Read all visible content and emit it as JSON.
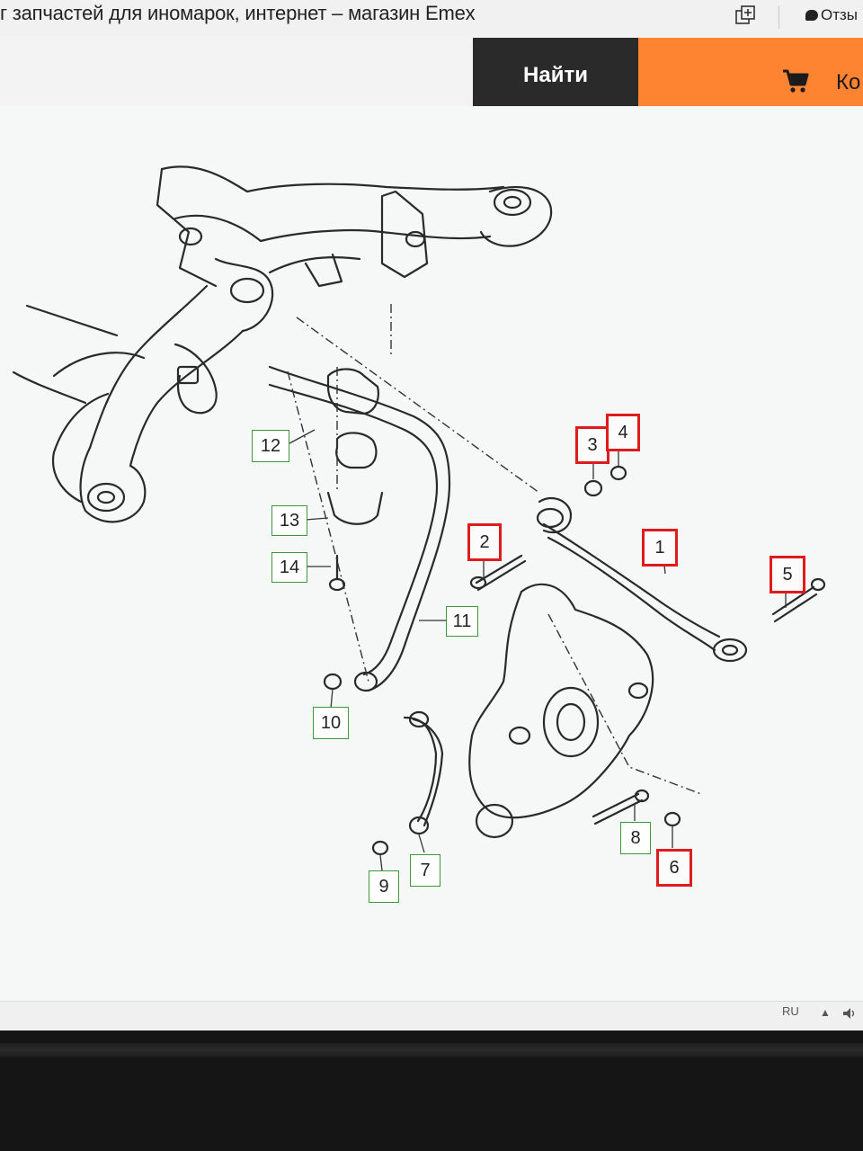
{
  "browser": {
    "page_title": "г запчастей для иномарок, интернет – магазин Emex",
    "feedback_label": "Отзы",
    "ext_icon": "bookmark-plus-icon"
  },
  "site_header": {
    "find_button": "Найти",
    "cart_label": "Ко",
    "cart_icon": "shopping-cart-icon",
    "colors": {
      "find_bg": "#2a2a2a",
      "cart_bg": "#ff8432"
    }
  },
  "diagram": {
    "callouts_highlighted": [
      "1",
      "2",
      "3",
      "4",
      "5",
      "6"
    ],
    "callouts_plain": [
      "7",
      "8",
      "9",
      "10",
      "11",
      "12",
      "13",
      "14"
    ],
    "highlight_color": "#e01b1b",
    "plain_color": "#3a9a3a"
  },
  "taskbar": {
    "language": "RU",
    "tray_arrow": "▲",
    "volume_icon": "speaker-icon"
  }
}
